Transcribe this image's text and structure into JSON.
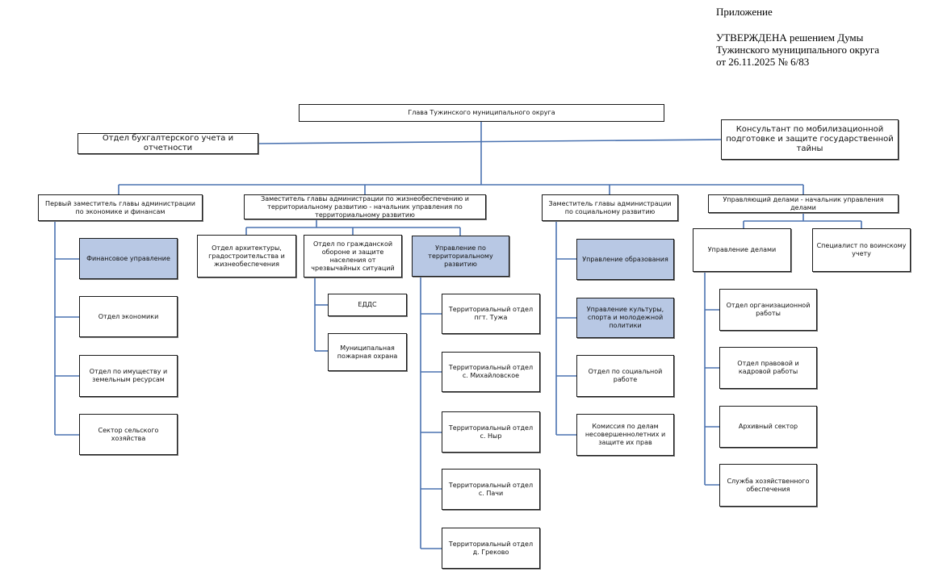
{
  "header": {
    "line1": "Приложение",
    "line2": "УТВЕРЖДЕНА решением Думы",
    "line3": "Тужинского муниципального округа",
    "line4": "от  26.11.2025 № 6/83"
  },
  "colors": {
    "line": "#4a72b0",
    "highlight": "#b8c8e4",
    "border": "#1a1a1a"
  },
  "org": {
    "head": "Глава Тужинского муниципального округа",
    "accounting": "Отдел бухгалтерского учета и отчетности",
    "consultant": "Консультант по мобилизационной подготовке и защите государственной тайны",
    "dep1": {
      "title": "Первый заместитель главы администрации по экономике и финансам",
      "items": [
        "Финансовое управление",
        "Отдел экономики",
        "Отдел по имуществу и земельным ресурсам",
        "Сектор сельского хозяйства"
      ]
    },
    "dep2": {
      "title": "Заместитель главы администрации по жизнеобеспечению и территориальному развитию - начальник управления по территориальному развитию",
      "arch": "Отдел архитектуры, градостроительства и жизнеобеспечения",
      "civil": "Отдел по гражданской обороне и защите населения от чрезвычайных ситуаций",
      "civil_items": [
        "ЕДДС",
        "Муниципальная пожарная охрана"
      ],
      "terr": "Управление по территориальному развитию",
      "terr_items": [
        "Территориальный отдел пгт. Тужа",
        "Территориальный отдел с. Михайловское",
        "Территориальный отдел с. Ныр",
        "Территориальный отдел с. Пачи",
        "Территориальный отдел д. Греково"
      ]
    },
    "dep3": {
      "title": "Заместитель главы администрации по социальному развитию",
      "items": [
        "Управление образования",
        "Управление культуры, спорта и молодежной политики",
        "Отдел по социальной работе",
        "Комиссия по делам несовершеннолетних и защите их прав"
      ]
    },
    "dep4": {
      "title": "Управляющий делами - начальник управления делами",
      "affairs": "Управление делами",
      "military": "Специалист по воинскому учету",
      "items": [
        "Отдел организационной работы",
        "Отдел правовой и кадровой работы",
        "Архивный сектор",
        "Служба хозяйственного обеспечения"
      ]
    }
  }
}
